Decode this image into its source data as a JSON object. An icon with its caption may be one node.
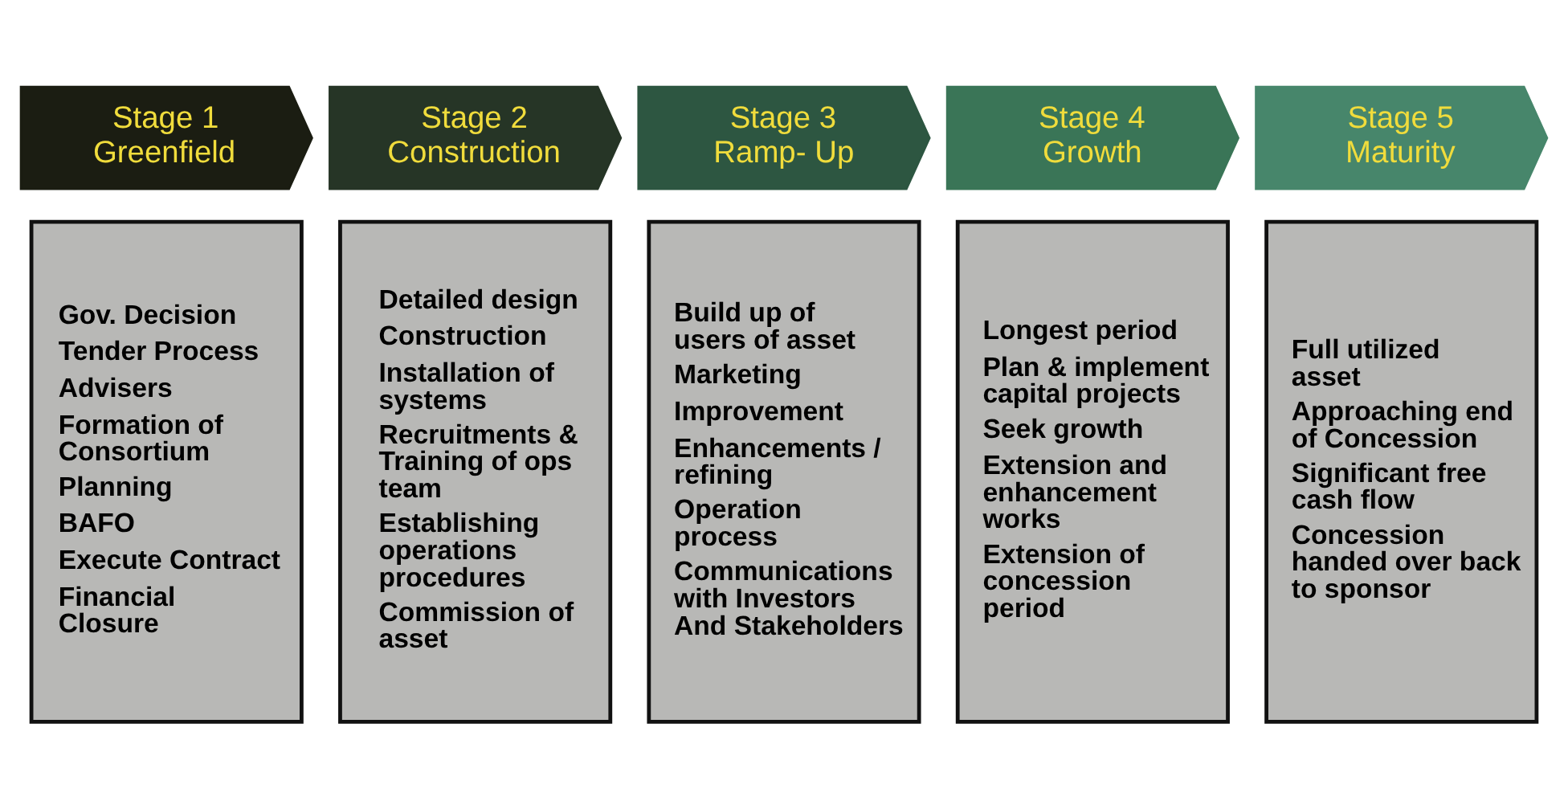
{
  "diagram": {
    "nodes": [
      {
        "text": [
          "Stage 1",
          "Greenfield"
        ]
      },
      {
        "text": [
          "Stage 2",
          "Construction"
        ]
      },
      {
        "text": [
          "Stage 3",
          "Ramp- Up"
        ]
      },
      {
        "text": [
          "Stage 4",
          "Growth"
        ]
      },
      {
        "text": [
          "Stage 5",
          "Maturity"
        ]
      },
      {
        "text": [
          "Gov. Decision",
          "Tender Process",
          "Advisers",
          "Formation of Consortium",
          "Planning",
          "BAFO",
          "Execute Contract",
          "Financial Closure"
        ]
      },
      {
        "text": [
          "Detailed design",
          "Construction",
          "Installation of systems",
          "Recruitments & Training of ops team",
          "Establishing operations procedures",
          "Commission of asset"
        ]
      },
      {
        "text": [
          "Build up of users of asset",
          "Marketing",
          "Improvement",
          "Enhancements / refining",
          "Operation process",
          "Communications with Investors And Stakeholders"
        ]
      },
      {
        "text": [
          "Longest period",
          "Plan & implement capital projects",
          "Seek growth",
          "Extension and enhancement works",
          "Extension of concession period"
        ]
      },
      {
        "text": [
          "Full utilized asset",
          "Approaching end of Concession",
          "Significant free cash flow",
          "Concession handed over back to sponsor"
        ]
      }
    ]
  }
}
